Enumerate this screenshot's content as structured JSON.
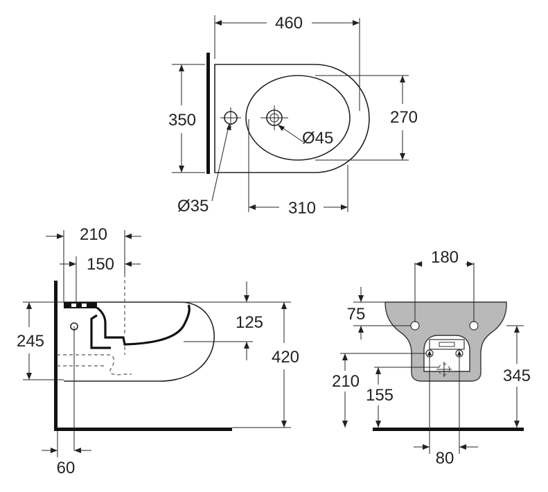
{
  "top_view": {
    "width": "460",
    "depth": "350",
    "bowl_depth": "270",
    "bowl_offset": "310",
    "tap_hole": "Ø35",
    "drain_hole": "Ø45"
  },
  "side_view": {
    "bolt_distance": "210",
    "tap_distance": "150",
    "rim_thickness": "125",
    "inlet_height": "245",
    "total_height": "420",
    "wall_offset": "60"
  },
  "front_view": {
    "bolt_spacing": "180",
    "bolt_height": "75",
    "inlet_height": "210",
    "drain_height": "155",
    "fixing_height": "345",
    "fixing_spacing": "80"
  }
}
